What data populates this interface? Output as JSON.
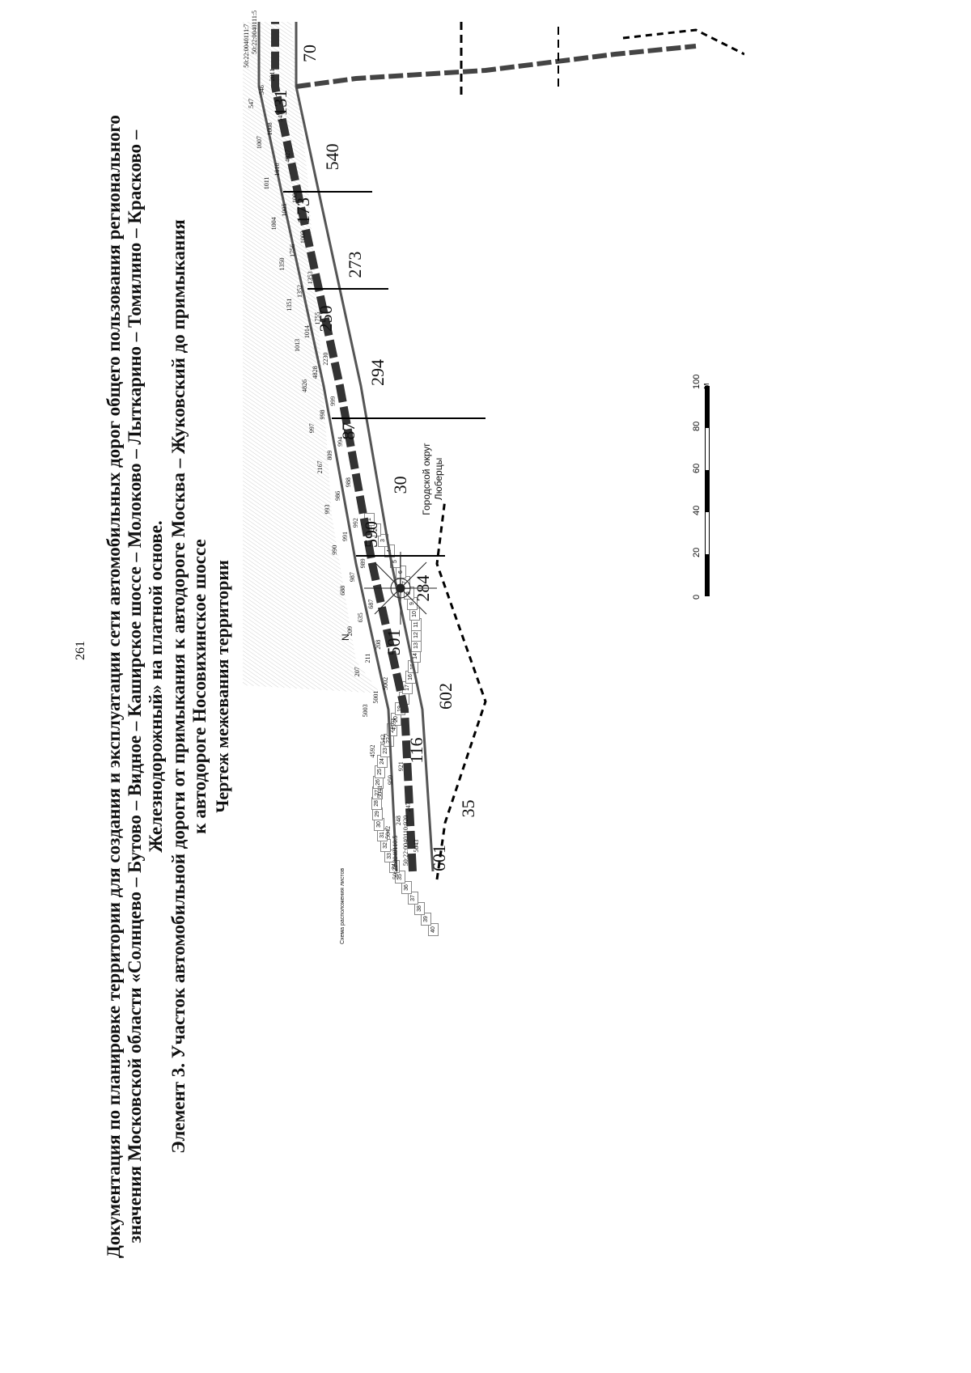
{
  "page_number": "261",
  "heading": {
    "line1": "Документация по планировке территории для создания и эксплуатации сети автомобильных дорог общего пользования регионального",
    "line2": "значения Московской области «Солнцево – Бутово – Видное – Каширское шоссе – Молоково – Лыткарино – Томилино – Красково –",
    "line3": "Железнодорожный» на платной основе.",
    "line4": "Элемент 3. Участок автомобильной дороги от примыкания к автодороге Москва – Жуковский до примыкания",
    "line5": "к автодороге Носовихинское шоссе",
    "line6": "Чертеж межевания территории"
  },
  "sheet_scheme": {
    "title": "Схема расположения листов",
    "tiles": [
      "40",
      "39",
      "38",
      "37",
      "36",
      "35",
      "34",
      "33",
      "32",
      "31",
      "30",
      "29",
      "28",
      "27",
      "26",
      "25",
      "24",
      "23",
      "22",
      "21",
      "20",
      "19",
      "18",
      "17",
      "16",
      "15",
      "14",
      "13",
      "12",
      "11",
      "10",
      "9",
      "8",
      "7",
      "6",
      "5",
      "4",
      "3",
      "2",
      "1"
    ]
  },
  "map": {
    "district_label": "Городской округ Люберцы",
    "north_label": "N",
    "scale_labels": [
      "0",
      "20",
      "40",
      "60",
      "80",
      "100 м"
    ],
    "parcels_big": [
      "601",
      "35",
      "116",
      "602",
      "501",
      "284",
      "590",
      "30",
      "87",
      "294",
      "250",
      "273",
      "173",
      "540",
      "131",
      "70"
    ],
    "parcels_small": [
      "50:22:0040110:5",
      "50:22:0040110:920",
      "5043",
      "5042",
      "248",
      "247",
      "5041",
      "959",
      "921",
      "4592",
      "542",
      "4591",
      "5003",
      "5001",
      "5002",
      "207",
      "211",
      "208",
      "209",
      "635",
      "687",
      "688",
      "987",
      "989",
      "990",
      "991",
      "992",
      "993",
      "986",
      "988",
      "2167",
      "809",
      "994",
      "997",
      "998",
      "999",
      "4826",
      "4828",
      "2230",
      "1013",
      "1014",
      "1755",
      "1351",
      "1352",
      "1353",
      "1350",
      "1756",
      "1003",
      "1004",
      "1005",
      "1002",
      "1011",
      "1010",
      "4827",
      "1007",
      "1008",
      "543",
      "547",
      "546",
      "2011",
      "50:22:0040111:7",
      "50:22:0040111:5"
    ]
  }
}
